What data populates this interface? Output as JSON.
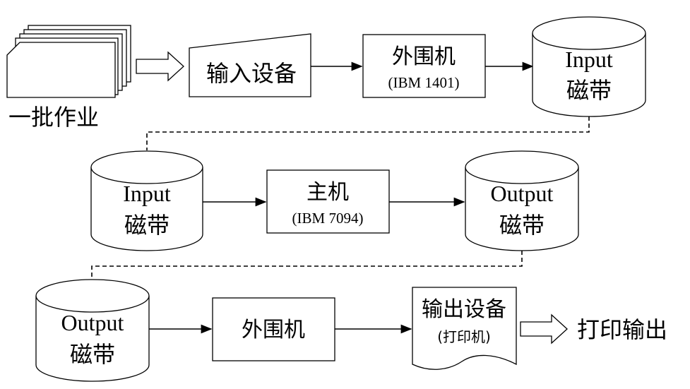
{
  "row1": {
    "batch_label": "一批作业",
    "input_device": "输入设备",
    "peripheral": {
      "title": "外围机",
      "subtitle": "(IBM 1401)"
    },
    "tape": {
      "line1": "Input",
      "line2": "磁带"
    }
  },
  "row2": {
    "tape_in": {
      "line1": "Input",
      "line2": "磁带"
    },
    "host": {
      "title": "主机",
      "subtitle": "(IBM 7094)"
    },
    "tape_out": {
      "line1": "Output",
      "line2": "磁带"
    }
  },
  "row3": {
    "tape": {
      "line1": "Output",
      "line2": "磁带"
    },
    "peripheral": {
      "title": "外围机"
    },
    "output_device": {
      "title": "输出设备",
      "subtitle": "(打印机)"
    },
    "print_label": "打印输出"
  }
}
